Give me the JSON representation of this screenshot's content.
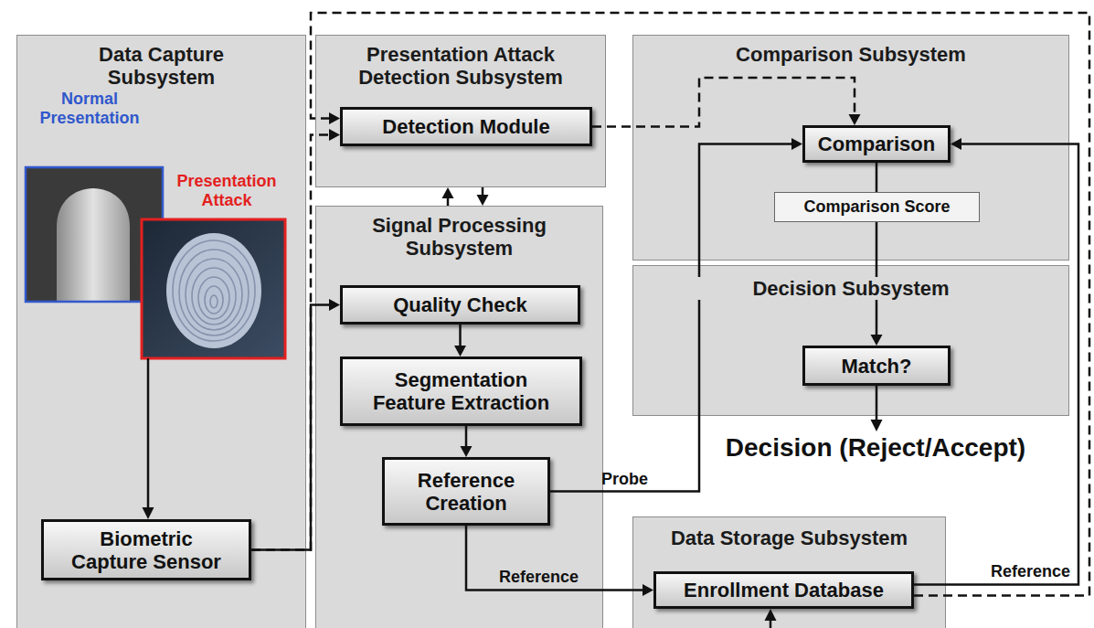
{
  "diagram": {
    "nodes": [
      {
        "text": [
          "Data Capture Subsystem"
        ]
      },
      {
        "text": [
          "Biometric Capture Sensor"
        ],
        "in": 0
      },
      {
        "text": [
          "Presentation Attack Detection Subsystem"
        ]
      },
      {
        "text": [
          "Detection Module"
        ],
        "in": 2
      },
      {
        "text": [
          "Signal Processing Subsystem"
        ]
      },
      {
        "text": [
          "Quality Check"
        ],
        "in": 4
      },
      {
        "text": [
          "Segmentation Feature Extraction"
        ],
        "in": 4
      },
      {
        "text": [
          "Reference Creation"
        ],
        "in": 4
      },
      {
        "text": [
          "Comparison Subsystem"
        ]
      },
      {
        "text": [
          "Comparison"
        ],
        "in": 8
      },
      {
        "text": [
          "Comparison Score"
        ],
        "in": 8
      },
      {
        "text": [
          "Decision Subsystem"
        ]
      },
      {
        "text": [
          "Match?"
        ],
        "in": 11
      },
      {
        "text": [
          "Data Storage Subsystem"
        ]
      },
      {
        "text": [
          "Enrollment Database"
        ],
        "in": 13
      }
    ],
    "edges": [
      {
        "from": 1,
        "to": 5,
        "arrow": "to"
      },
      {
        "from": 1,
        "to": 3,
        "arrow": "to"
      },
      {
        "from": 14,
        "to": 3,
        "arrow": "to"
      },
      {
        "from": 3,
        "to": 9,
        "arrow": "to"
      },
      {
        "from": 4,
        "to": 2,
        "arrow": "to"
      },
      {
        "from": 2,
        "to": 4,
        "arrow": "to"
      },
      {
        "from": 5,
        "to": 6,
        "arrow": "to"
      },
      {
        "from": 6,
        "to": 7,
        "arrow": "to"
      },
      {
        "from": 7,
        "to": 9,
        "label": "Probe",
        "arrow": "to"
      },
      {
        "from": 7,
        "to": 14,
        "label": "Reference",
        "arrow": "to"
      },
      {
        "from": 14,
        "to": 9,
        "label": "Reference",
        "arrow": "to"
      },
      {
        "from": 9,
        "to": 10,
        "arrow": "none"
      },
      {
        "from": 10,
        "to": 12,
        "arrow": "to"
      }
    ],
    "labels": [
      "Normal Presentation",
      "Presentation Attack",
      "Decision (Reject/Accept)"
    ]
  }
}
